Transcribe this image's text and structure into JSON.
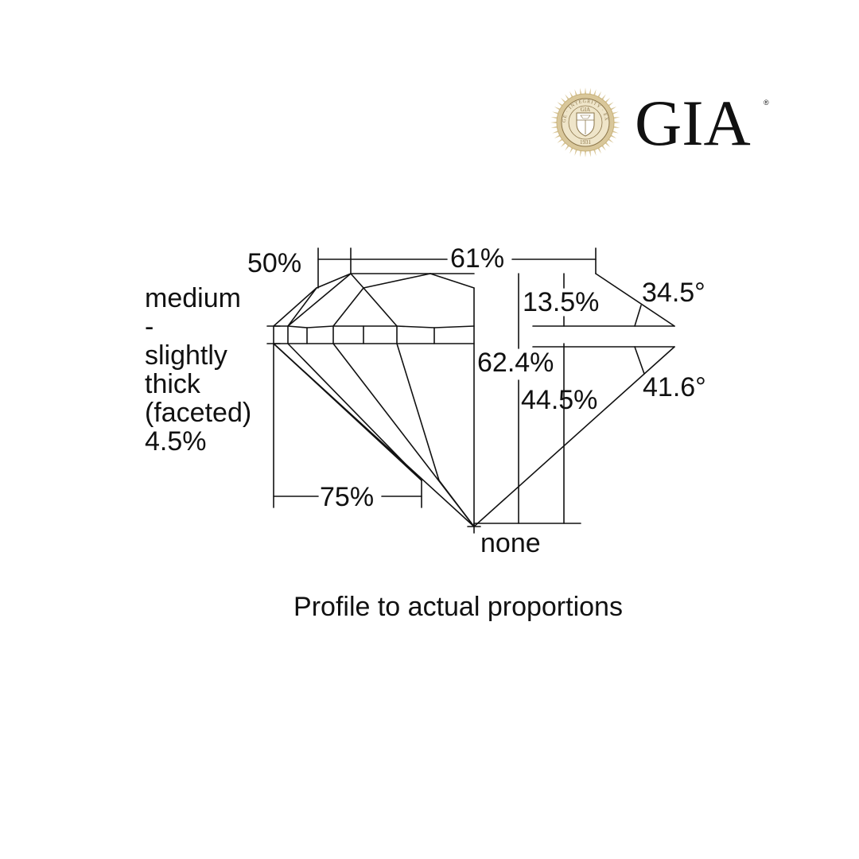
{
  "logo": {
    "wordmark": "GIA",
    "registered": "®",
    "seal_ring_text": "KNOWLEDGE · INTEGRITY · EXCELLENCE",
    "seal_monogram": "GIA",
    "seal_year": "1931",
    "colors": {
      "seal_outer": "#d9c79a",
      "seal_inner": "#efe5c9",
      "seal_line": "#8a7448"
    }
  },
  "diagram": {
    "table_pct": "61%",
    "star_pct": "50%",
    "girdle_label": [
      "medium",
      "-",
      "slightly",
      "thick",
      "(faceted)",
      "4.5%"
    ],
    "crown_height_pct": "13.5%",
    "crown_angle": "34.5°",
    "total_depth_pct": "62.4%",
    "pavilion_depth_pct": "44.5%",
    "pavilion_angle": "41.6°",
    "lower_half_pct": "75%",
    "culet": "none"
  },
  "caption": "Profile to actual proportions"
}
